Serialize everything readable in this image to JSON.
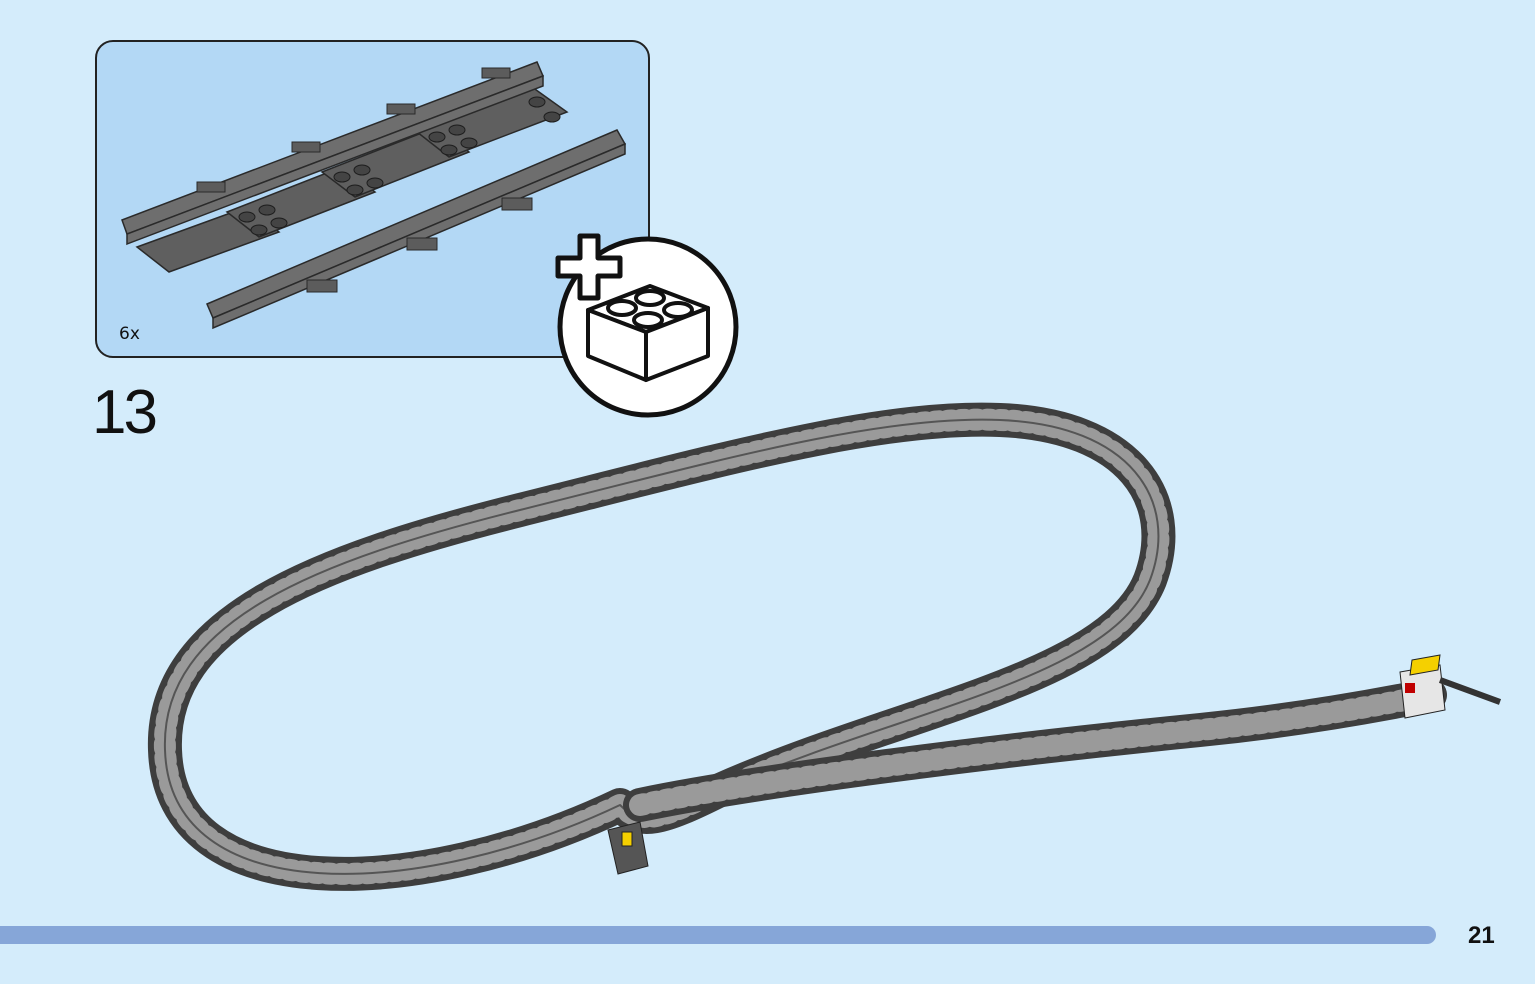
{
  "step": {
    "number": "13"
  },
  "parts_callout": {
    "quantity_label": "6x",
    "part_name_icon": "straight-track-piece-icon",
    "box_color": "#b3d8f5",
    "border_color": "#222222"
  },
  "add_bricks_badge": {
    "icon": "add-brick-icon"
  },
  "page": {
    "number": "21",
    "background": "#d4ecfb",
    "bar_color": "#86a6d8"
  },
  "track_color": "#555555"
}
